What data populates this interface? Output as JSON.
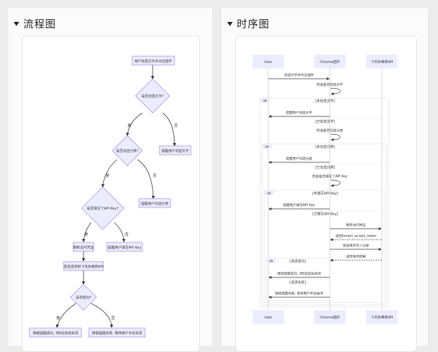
{
  "flowchart_section": {
    "title": "流程图",
    "nodes": {
      "start": "用户划选文字并点击插件",
      "q_selected": "是否划选文字?",
      "warn_select_text": "提醒用户划选文字",
      "q_category": "是否勾选分类?",
      "warn_select_category": "提醒用户勾选分类",
      "q_apikey": "是否填写了API Key?",
      "refresh_token": "刷新访问凭证",
      "warn_apikey": "提醒用户填写API Key",
      "send_request": "发送请求到飞书多维表API",
      "q_success": "请求成功?",
      "success_msg": "弹窗提醒成功, 3秒后自动关闭",
      "fail_msg": "弹窗提醒失败, 等待用户手动关闭"
    },
    "edge_labels": {
      "yes": "是",
      "no": "否"
    }
  },
  "sequence_section": {
    "title": "时序图",
    "actors": [
      "User",
      "Chrome插件",
      "飞书多维表API"
    ],
    "messages": {
      "m1": "划选文字并点击插件",
      "m2": "检查是否划选文字",
      "m3": "提醒用户划选文字",
      "m4": "检查是否勾选分类",
      "m5": "提醒用户勾选分类",
      "m6": "检查是否填写了API Key",
      "m7": "提醒用户填写API Key",
      "m8": "刷新访问凭证",
      "m9": "返回tenant_access_token",
      "m10": "发送请求写入记录",
      "m11": "返回请求结果",
      "m12": "弹窗提醒成功, 3秒后自动关闭",
      "m13": "弹窗提醒失败, 等待用户手动关闭"
    },
    "alt_label": "alt",
    "conditions": {
      "c1": "[未划选文字]",
      "c2": "[已划选文字]",
      "c3": "[未勾选分类]",
      "c4": "[已勾选分类]",
      "c5": "[未填写API Key]",
      "c6": "[已填写API Key]",
      "c7": "[请求成功]",
      "c8": "[请求失败]"
    }
  },
  "colors": {
    "node_fill": "#ececff",
    "node_stroke": "#9370db",
    "line": "#333333",
    "panel_bg": "#fbfbfb",
    "page_bg": "#ececec"
  }
}
